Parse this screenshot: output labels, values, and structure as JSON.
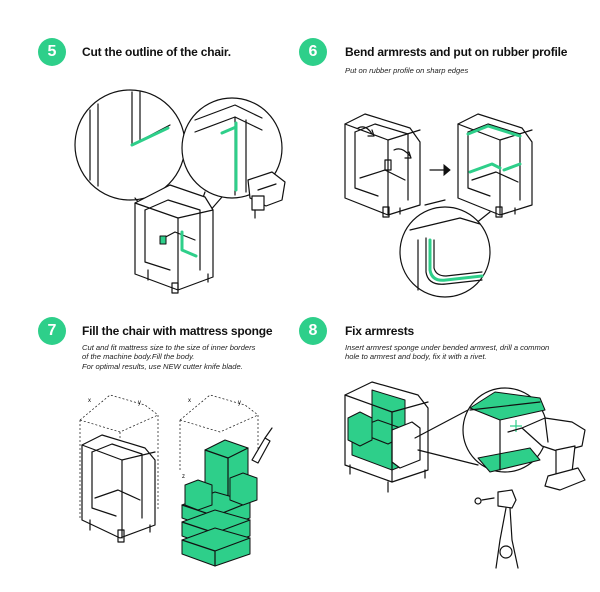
{
  "steps": [
    {
      "number": "5",
      "title": "Cut the outline of the chair.",
      "lines": []
    },
    {
      "number": "6",
      "title": "Bend armrests and put on rubber profile",
      "lines": [
        "Put on rubber profile on sharp edges"
      ]
    },
    {
      "number": "7",
      "title": "Fill the chair with mattress sponge",
      "lines": [
        "Cut and fit mattress size to the size of inner borders",
        "of the machine body.Fill the body.",
        "For optimal results, use NEW cutter knife blade."
      ]
    },
    {
      "number": "8",
      "title": "Fix armrests",
      "lines": [
        "Insert armrest sponge under bended armrest, drill a common",
        "hole to armrest and body, fix it with a rivet."
      ]
    }
  ],
  "dimension_labels": {
    "x": "x",
    "y": "y",
    "z": "z"
  },
  "colors": {
    "accent": "#2ecf8a",
    "line": "#111111"
  }
}
